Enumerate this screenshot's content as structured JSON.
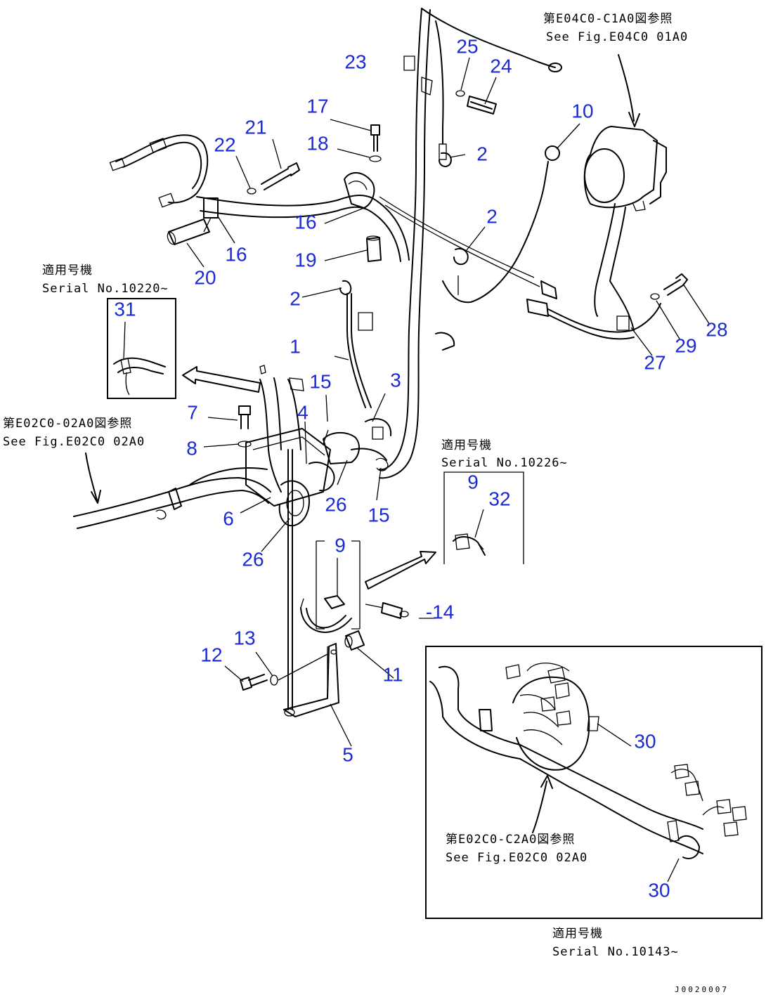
{
  "labels": [
    {
      "id": "1",
      "text": "1"
    },
    {
      "id": "2a",
      "text": "2"
    },
    {
      "id": "2b",
      "text": "2"
    },
    {
      "id": "2c",
      "text": "2"
    },
    {
      "id": "3",
      "text": "3"
    },
    {
      "id": "4",
      "text": "4"
    },
    {
      "id": "5",
      "text": "5"
    },
    {
      "id": "6",
      "text": "6"
    },
    {
      "id": "7",
      "text": "7"
    },
    {
      "id": "8",
      "text": "8"
    },
    {
      "id": "9a",
      "text": "9"
    },
    {
      "id": "9b",
      "text": "9"
    },
    {
      "id": "10",
      "text": "10"
    },
    {
      "id": "11",
      "text": "11"
    },
    {
      "id": "12",
      "text": "12"
    },
    {
      "id": "13",
      "text": "13"
    },
    {
      "id": "14",
      "text": "-14"
    },
    {
      "id": "15a",
      "text": "15"
    },
    {
      "id": "15b",
      "text": "15"
    },
    {
      "id": "16a",
      "text": "16"
    },
    {
      "id": "16b",
      "text": "16"
    },
    {
      "id": "17",
      "text": "17"
    },
    {
      "id": "18",
      "text": "18"
    },
    {
      "id": "19",
      "text": "19"
    },
    {
      "id": "20",
      "text": "20"
    },
    {
      "id": "21",
      "text": "21"
    },
    {
      "id": "22",
      "text": "22"
    },
    {
      "id": "23",
      "text": "23"
    },
    {
      "id": "24",
      "text": "24"
    },
    {
      "id": "25",
      "text": "25"
    },
    {
      "id": "26a",
      "text": "26"
    },
    {
      "id": "26b",
      "text": "26"
    },
    {
      "id": "27",
      "text": "27"
    },
    {
      "id": "28",
      "text": "28"
    },
    {
      "id": "29",
      "text": "29"
    },
    {
      "id": "30a",
      "text": "30"
    },
    {
      "id": "30b",
      "text": "30"
    },
    {
      "id": "31",
      "text": "31"
    },
    {
      "id": "32",
      "text": "32"
    }
  ],
  "notes": {
    "ref_e04c0_jp": "第E04C0-C1A0図参照",
    "ref_e04c0_en": "See Fig.E04C0 01A0",
    "ref_e02c0_left_jp": "第E02C0-02A0図参照",
    "ref_e02c0_left_en": "See Fig.E02C0 02A0",
    "ref_e02c0_inset_jp": "第E02C0-C2A0図参照",
    "ref_e02c0_inset_en": "See Fig.E02C0 02A0",
    "serial_left_jp": "適用号機",
    "serial_left_en": "Serial No.10220~",
    "serial_mid_jp": "適用号機",
    "serial_mid_en": "Serial No.10226~",
    "serial_bottom_jp": "適用号機",
    "serial_bottom_en": "Serial No.10143~"
  },
  "doc_id": "J0020007"
}
